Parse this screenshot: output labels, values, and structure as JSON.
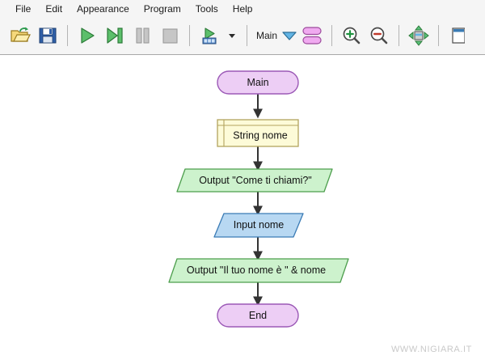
{
  "app": {
    "watermark": "WWW.NIGIARA.IT"
  },
  "menubar": {
    "items": [
      {
        "label": "File",
        "name": "menu-file"
      },
      {
        "label": "Edit",
        "name": "menu-edit"
      },
      {
        "label": "Appearance",
        "name": "menu-appearance"
      },
      {
        "label": "Program",
        "name": "menu-program"
      },
      {
        "label": "Tools",
        "name": "menu-tools"
      },
      {
        "label": "Help",
        "name": "menu-help"
      }
    ]
  },
  "toolbar": {
    "open_icon": "open-folder-icon",
    "save_icon": "save-floppy-icon",
    "run_icon": "run-play-icon",
    "step_icon": "step-over-icon",
    "pause_icon": "pause-icon",
    "stop_icon": "stop-icon",
    "run_variables_icon": "run-with-variables-icon",
    "dropdown_caret_icon": "caret-down-icon",
    "scope_label": "Main",
    "scope_caret_icon": "chevron-down-icon",
    "shapes_icon": "shape-list-icon",
    "zoom_in_icon": "zoom-in-icon",
    "zoom_out_icon": "zoom-out-icon",
    "fit_icon": "fit-to-window-icon",
    "edge_icon": "panel-icon"
  },
  "flowchart": {
    "colors": {
      "terminal_fill": "#edcef5",
      "terminal_stroke": "#9b59b6",
      "declare_fill": "#fdfbd8",
      "declare_stroke": "#b2a35e",
      "output_fill": "#cdf2cd",
      "output_stroke": "#4d9e4d",
      "input_fill": "#b8d8f2",
      "input_stroke": "#3a7bb5",
      "connector": "#333333"
    },
    "nodes": [
      {
        "id": "start",
        "kind": "terminal",
        "label": "Main"
      },
      {
        "id": "declare",
        "kind": "declaration",
        "label": "String nome"
      },
      {
        "id": "out1",
        "kind": "output",
        "label": "Output \"Come ti chiami?\""
      },
      {
        "id": "in1",
        "kind": "input",
        "label": "Input nome"
      },
      {
        "id": "out2",
        "kind": "output",
        "label": "Output \"Il tuo nome è \" &  nome"
      },
      {
        "id": "end",
        "kind": "terminal",
        "label": "End"
      }
    ]
  }
}
